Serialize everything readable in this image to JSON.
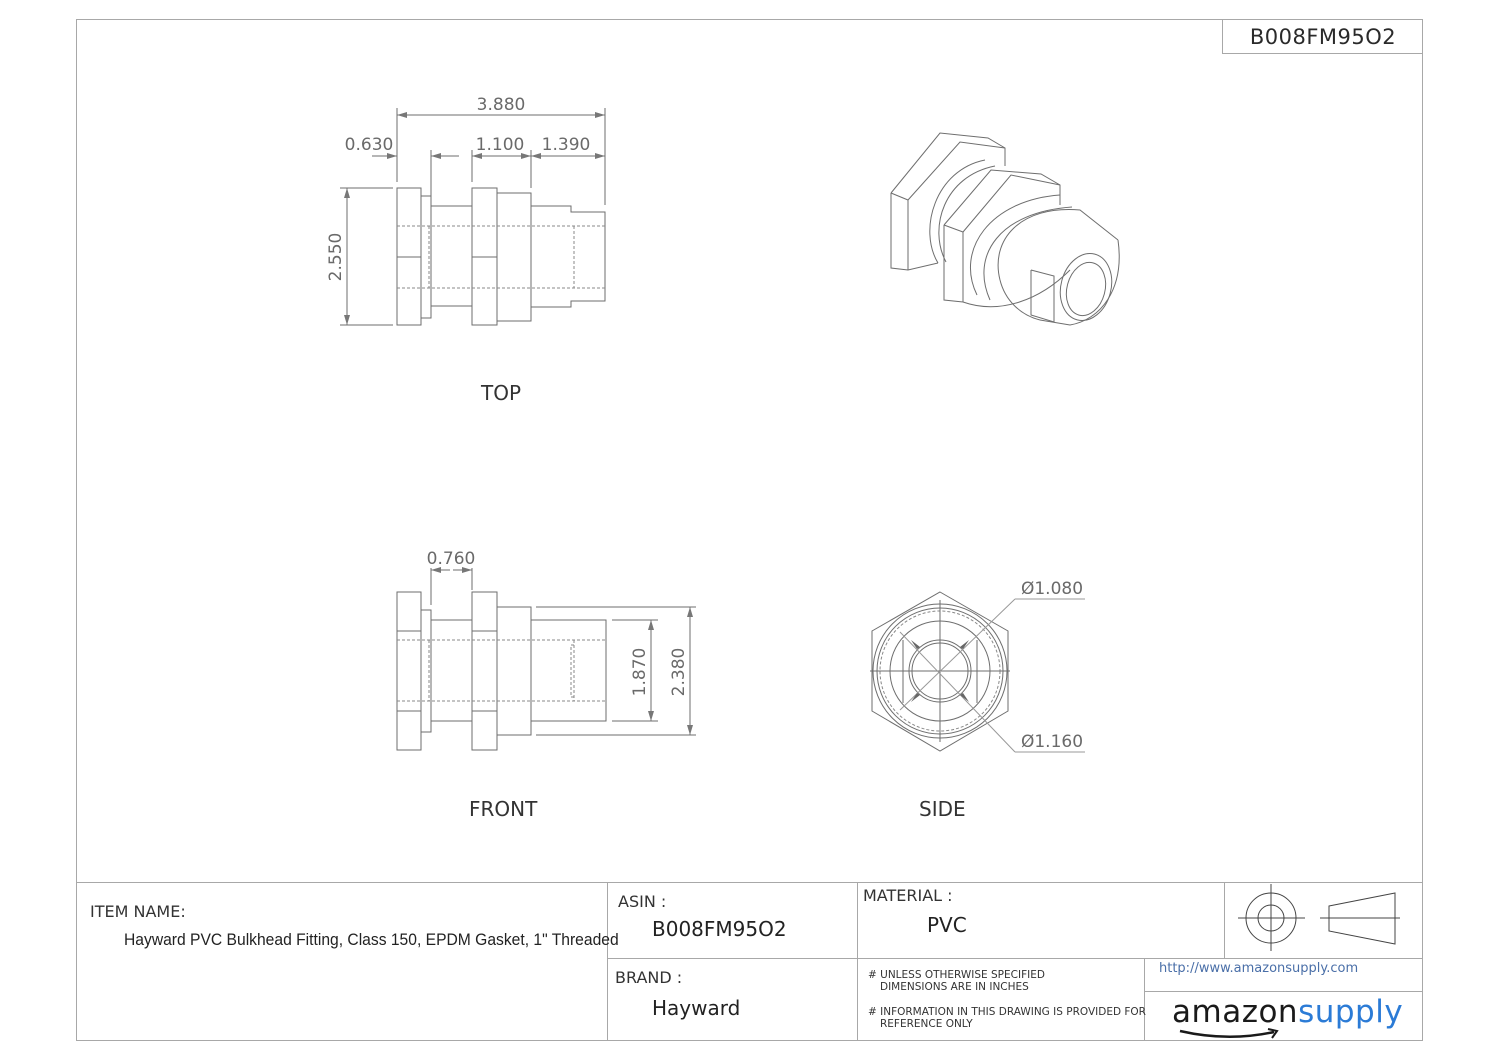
{
  "header": {
    "asin_tag": "B008FM95O2"
  },
  "views": {
    "top": {
      "label": "TOP",
      "dimensions": {
        "overall_length": "3.880",
        "flange": "0.630",
        "nut_body": "1.100",
        "spigot": "1.390",
        "height": "2.550"
      }
    },
    "front": {
      "label": "FRONT",
      "dimensions": {
        "gap": "0.760",
        "inner_height": "1.870",
        "outer_height": "2.380"
      }
    },
    "side": {
      "label": "SIDE",
      "dimensions": {
        "diameter_outer": "Ø1.080",
        "diameter_inner": "Ø1.160"
      }
    },
    "isometric": {
      "label": ""
    }
  },
  "title_block": {
    "item_name_label": "ITEM NAME:",
    "item_name_value": "Hayward PVC Bulkhead Fitting, Class 150, EPDM Gasket, 1\" Threaded",
    "asin_label": "ASIN :",
    "asin_value": "B008FM95O2",
    "brand_label": "BRAND :",
    "brand_value": "Hayward",
    "material_label": "MATERIAL :",
    "material_value": "PVC",
    "note1_line1": "# UNLESS OTHERWISE SPECIFIED",
    "note1_line2": "DIMENSIONS ARE IN INCHES",
    "note2_line1": "# INFORMATION IN THIS DRAWING IS PROVIDED FOR",
    "note2_line2": "REFERENCE ONLY",
    "url": "http://www.amazonsupply.com",
    "logo_part1": "amazon",
    "logo_part2": "supply",
    "projection_symbol": "third-angle-projection-icon"
  },
  "colors": {
    "line": "#6e6e6e",
    "border": "#a8a8a8",
    "logo_blue": "#2b7bd6",
    "url_blue": "#4a6fa8"
  }
}
